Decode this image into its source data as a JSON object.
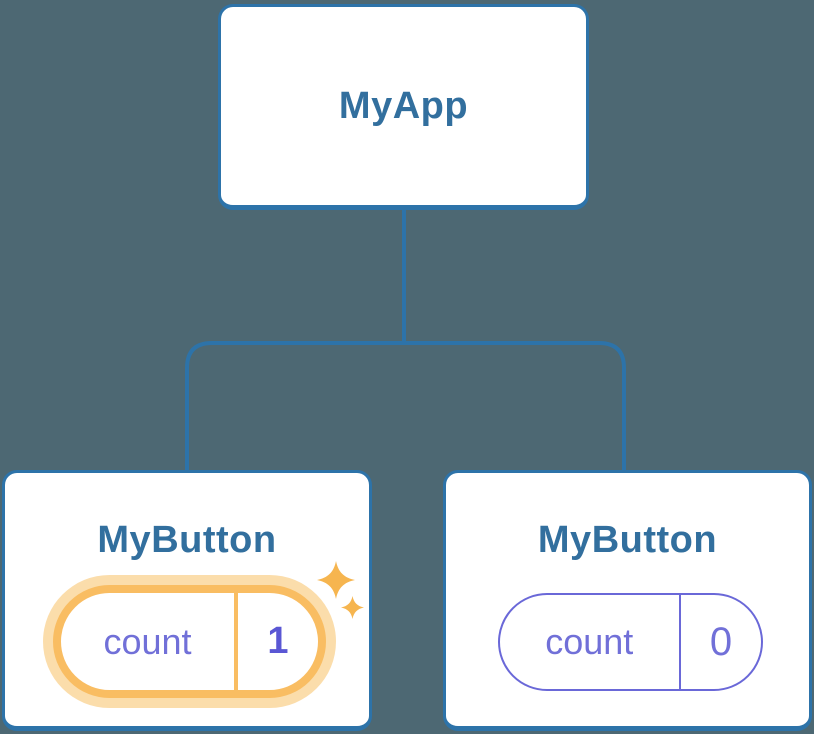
{
  "diagram": {
    "root": {
      "label": "MyApp"
    },
    "children": [
      {
        "label": "MyButton",
        "state": {
          "label": "count",
          "value": "1"
        },
        "highlighted": true,
        "badge_icon": "sparkle-icon"
      },
      {
        "label": "MyButton",
        "state": {
          "label": "count",
          "value": "0"
        },
        "highlighted": false
      }
    ]
  },
  "colors": {
    "bg": "#4d6873",
    "line": "#2d73a9",
    "node_text": "#326f9e",
    "purple": "#7170d8",
    "pill_border": "#6a68d8",
    "value_purple": "#5a57d4",
    "orange": "#f9bd62",
    "halo": "#fbddab",
    "sparkle": "#f6b54f"
  }
}
